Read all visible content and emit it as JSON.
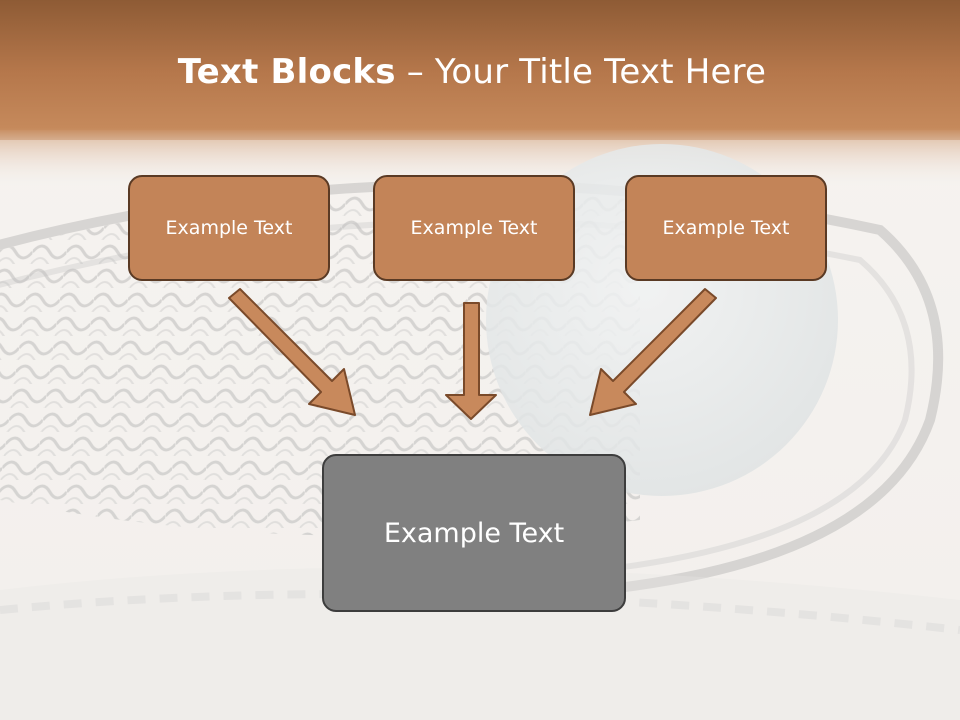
{
  "slide": {
    "title_bold": "Text Blocks",
    "title_separator": " – ",
    "title_rest": "Your Title Text Here",
    "top_boxes": [
      {
        "label": "Example Text"
      },
      {
        "label": "Example Text"
      },
      {
        "label": "Example Text"
      }
    ],
    "bottom_box": {
      "label": "Example Text"
    },
    "colors": {
      "header_brown": "#b8774a",
      "box_fill": "#c38458",
      "box_border": "#5a3a24",
      "arrow_fill": "#c8895c",
      "arrow_stroke": "#7a4a2a",
      "bottom_box_fill": "#808080"
    },
    "background_photo": "tennis-racket-and-ball"
  }
}
